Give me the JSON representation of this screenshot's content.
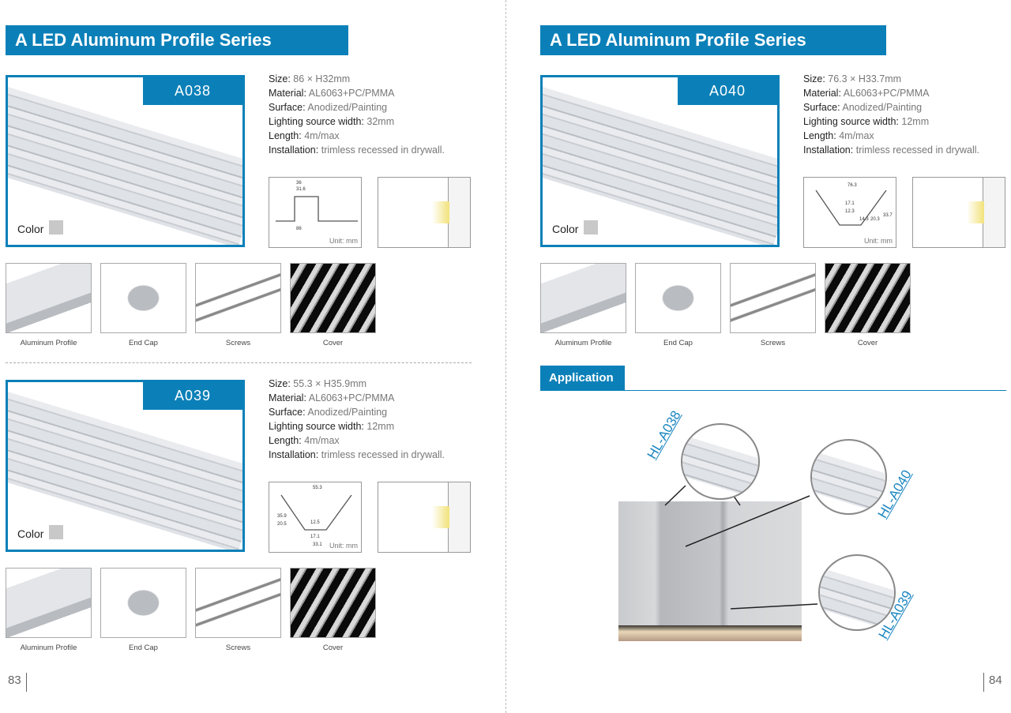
{
  "pages": [
    {
      "title": "A LED Aluminum Profile Series",
      "page_number": "83"
    },
    {
      "title": "A LED Aluminum Profile Series",
      "page_number": "84"
    }
  ],
  "labels": {
    "size": "Size:",
    "material": "Material:",
    "surface": "Surface:",
    "lighting": "Lighting source width:",
    "length": "Length:",
    "installation": "Installation:",
    "color": "Color"
  },
  "products": [
    {
      "model": "A038",
      "size": "86 × H32mm",
      "material": "AL6063+PC/PMMA",
      "surface": "Anodized/Painting",
      "lighting": "32mm",
      "length": "4m/max",
      "installation": "trimless recessed in drywall.",
      "drawing_dims": [
        "36",
        "31.6",
        "86"
      ],
      "unit": "Unit: mm",
      "accessories": [
        "Aluminum Profile",
        "End Cap",
        "Screws",
        "Cover"
      ]
    },
    {
      "model": "A039",
      "size": "55.3 × H35.9mm",
      "material": "AL6063+PC/PMMA",
      "surface": "Anodized/Painting",
      "lighting": "12mm",
      "length": "4m/max",
      "installation": "trimless recessed in drywall.",
      "drawing_dims": [
        "55.3",
        "35.9",
        "20.5",
        "12.5",
        "17.1",
        "33.1"
      ],
      "unit": "Unit: mm",
      "accessories": [
        "Aluminum Profile",
        "End Cap",
        "Screws",
        "Cover"
      ]
    },
    {
      "model": "A040",
      "size": "76.3 × H33.7mm",
      "material": "AL6063+PC/PMMA",
      "surface": "Anodized/Painting",
      "lighting": "12mm",
      "length": "4m/max",
      "installation": "trimless recessed in drywall.",
      "drawing_dims": [
        "76.3",
        "17.1",
        "12.3",
        "14.3",
        "20.3",
        "33.7"
      ],
      "unit": "Unit: mm",
      "accessories": [
        "Aluminum Profile",
        "End Cap",
        "Screws",
        "Cover"
      ]
    }
  ],
  "application": {
    "heading": "Application",
    "callouts": [
      "HL-A038",
      "HL-A040",
      "HL-A039"
    ]
  },
  "colors": {
    "brand_blue": "#0b80b8",
    "swatch": "#c8c8c8"
  }
}
